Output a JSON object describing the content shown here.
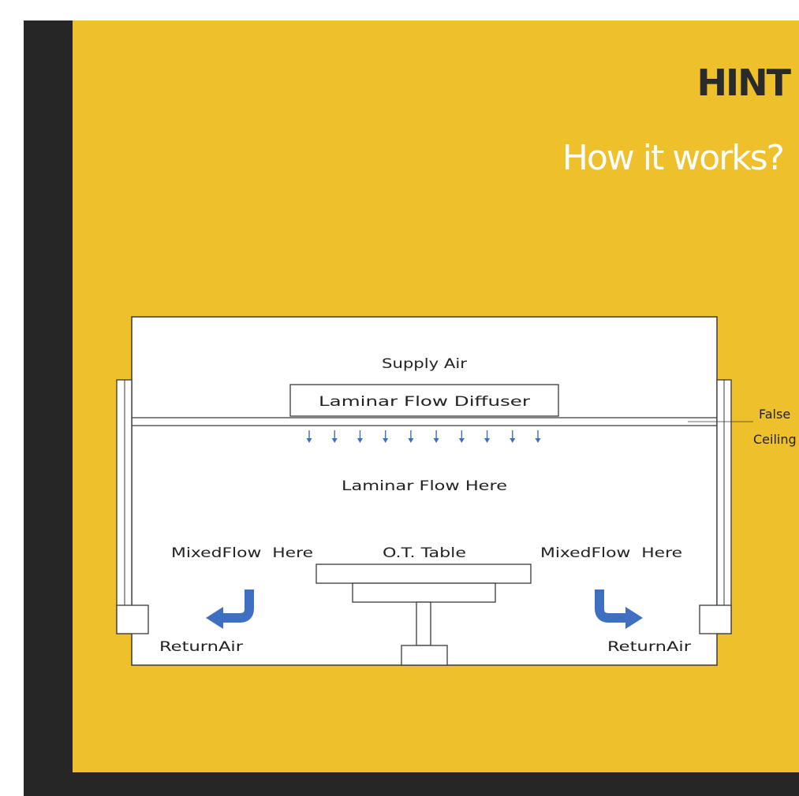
{
  "slide": {
    "title": "HINT",
    "subtitle": "How it works?",
    "colors": {
      "background": "#eec02c",
      "frame": "#262626",
      "title": "#2a2a2a",
      "subtitle": "#ffffff",
      "arrow": "#3f6fc0"
    }
  },
  "diagram": {
    "supply_air": "Supply Air",
    "diffuser": "Laminar Flow Diffuser",
    "laminar_flow": "Laminar Flow Here",
    "mixed_flow_left": "MixedFlow  Here",
    "mixed_flow_right": "MixedFlow  Here",
    "ot_table": "O.T. Table",
    "return_air_left": "ReturnAir",
    "return_air_right": "ReturnAir",
    "false_ceiling_line1": "False",
    "false_ceiling_line2": "Ceiling",
    "flow_arrow_count": 10,
    "icons": [
      "down-arrow-icon",
      "return-arrow-left-icon",
      "return-arrow-right-icon"
    ]
  }
}
